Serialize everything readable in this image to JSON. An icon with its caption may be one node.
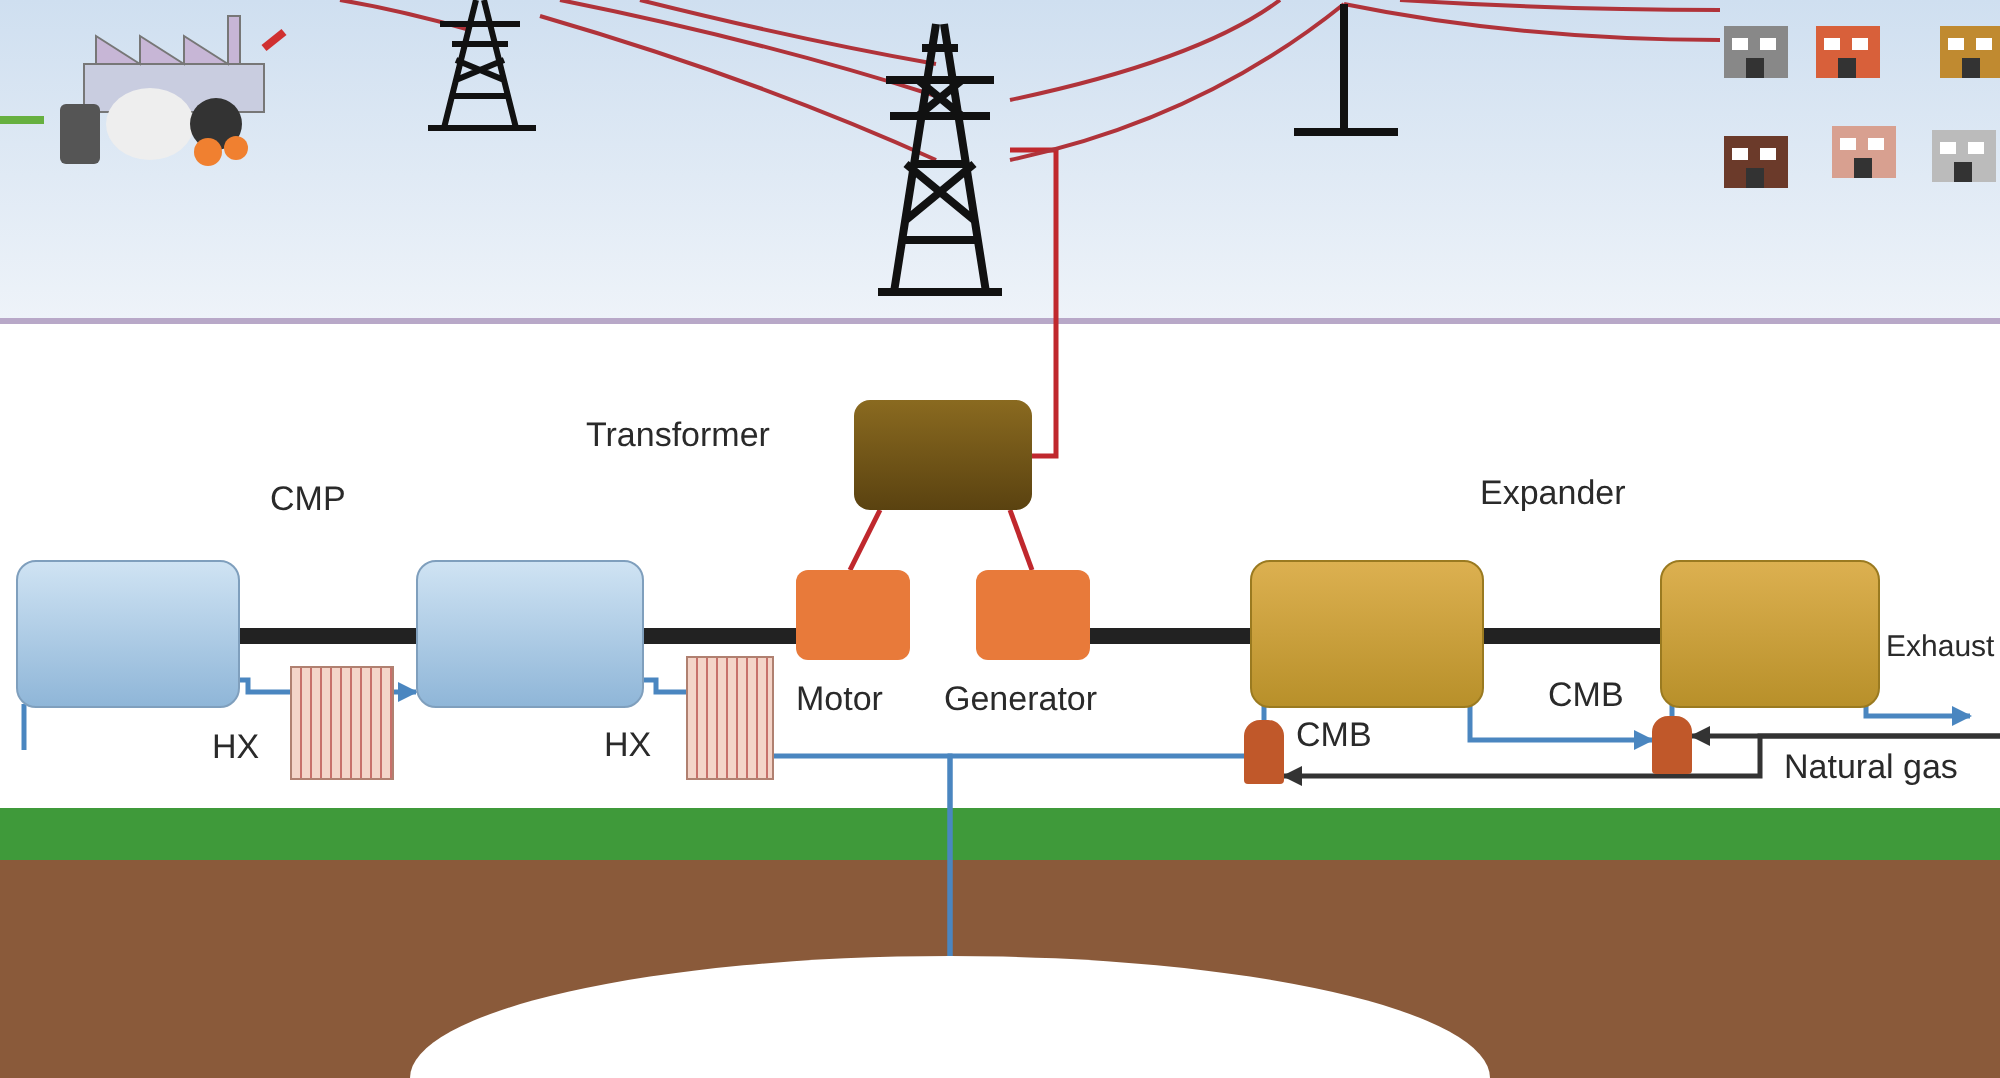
{
  "diagram": {
    "nodes": [
      {
        "text": [],
        "shape": "box"
      },
      {
        "text": [
          "HX"
        ]
      },
      {
        "text": [],
        "shape": "box"
      },
      {
        "text": [
          "HX"
        ]
      },
      {
        "text": [
          "Transformer"
        ]
      },
      {
        "text": [
          "Motor"
        ]
      },
      {
        "text": [
          "Generator"
        ]
      },
      {
        "text": [],
        "shape": "box"
      },
      {
        "text": [
          "CMB"
        ]
      },
      {
        "text": [],
        "shape": "box"
      },
      {
        "text": [
          "CMB"
        ]
      },
      {
        "text": [],
        "shape": "circle"
      },
      {
        "text": [],
        "shape": "picture"
      }
    ],
    "edges": [
      {
        "from": 0,
        "to": null,
        "arrow": "none"
      },
      {
        "from": 0,
        "to": 1,
        "arrow": "none"
      },
      {
        "from": 1,
        "to": 2,
        "arrow": "to"
      },
      {
        "from": 2,
        "to": 3,
        "arrow": "none"
      },
      {
        "from": 3,
        "to": 11,
        "arrow": "none"
      },
      {
        "from": 11,
        "to": 8,
        "arrow": "none"
      },
      {
        "from": 8,
        "to": 7,
        "arrow": "none"
      },
      {
        "from": 7,
        "to": 10,
        "arrow": "to"
      },
      {
        "from": 10,
        "to": 9,
        "arrow": "none"
      },
      {
        "from": 9,
        "to": null,
        "arrow": "to"
      },
      {
        "from": null,
        "to": 10,
        "arrow": "to",
        "color": "#333333"
      },
      {
        "from": null,
        "to": 8,
        "arrow": "to",
        "color": "#333333"
      },
      {
        "from": 0,
        "to": 2,
        "arrow": "none",
        "style": "thick",
        "color": "#222222"
      },
      {
        "from": 2,
        "to": 5,
        "arrow": "none",
        "style": "thick",
        "color": "#222222"
      },
      {
        "from": 6,
        "to": 7,
        "arrow": "none",
        "style": "thick",
        "color": "#222222"
      },
      {
        "from": 7,
        "to": 9,
        "arrow": "none",
        "style": "thick",
        "color": "#222222"
      },
      {
        "from": 4,
        "to": 5,
        "arrow": "none",
        "color": "#c0282d"
      },
      {
        "from": 4,
        "to": 6,
        "arrow": "none",
        "color": "#c0282d"
      },
      {
        "from": 4,
        "to": 12,
        "arrow": "none",
        "color": "#c0282d"
      }
    ],
    "labels": [
      "CMP",
      "Expander",
      "Exhaust",
      "Natural gas"
    ]
  }
}
